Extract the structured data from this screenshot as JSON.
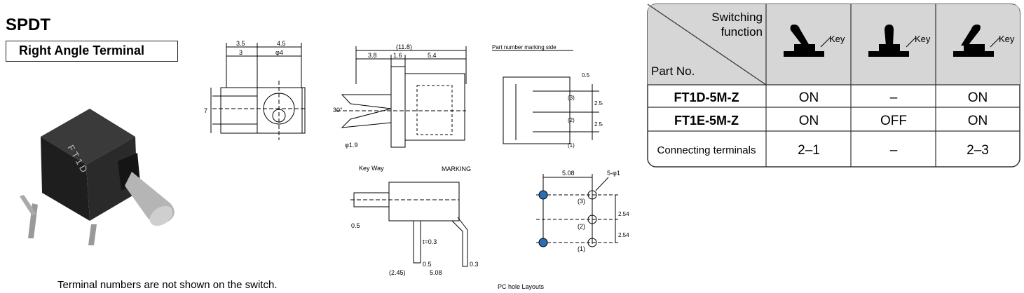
{
  "title": "SPDT",
  "subtitle": "Right Angle Terminal",
  "footnote": "Terminal numbers are not shown on the switch.",
  "photo_label": "F T 1 D",
  "drawing_labels": {
    "key_way": "Key Way",
    "marking": "MARKING",
    "part_marking_side": "Part number marking side",
    "pc_hole_layouts": "PC hole Layouts"
  },
  "dims": {
    "d3_5": "3.5",
    "d4_5": "4.5",
    "d3": "3",
    "phi4": "φ4",
    "d7": "7",
    "d11_8": "(11.8)",
    "d3_8": "3.8",
    "d1_6": "1.6",
    "d5_4": "5.4",
    "deg30": "30°",
    "phi1_9": "φ1.9",
    "d0_5": "0.5",
    "d2_54": "2.54",
    "t1": "(1)",
    "t2": "(2)",
    "t3": "(3)",
    "t0_3": "t=0.3",
    "d2_45": "(2.45)",
    "d5_08": "5.08",
    "d0_3": "0.3",
    "holes": "5-φ1"
  },
  "table": {
    "header_function": [
      "Switching",
      "function"
    ],
    "header_part": "Part No.",
    "key_label": "Key",
    "rows": [
      {
        "part": "FT1D-5M-Z",
        "c1": "ON",
        "c2": "–",
        "c3": "ON"
      },
      {
        "part": "FT1E-5M-Z",
        "c1": "ON",
        "c2": "OFF",
        "c3": "ON"
      },
      {
        "part": "Connecting terminals",
        "c1": "2–1",
        "c2": "–",
        "c3": "2–3"
      }
    ]
  },
  "colors": {
    "header_bg": "#d6d6d6",
    "hole_blue": "#2a6fb3",
    "border": "#333333"
  }
}
